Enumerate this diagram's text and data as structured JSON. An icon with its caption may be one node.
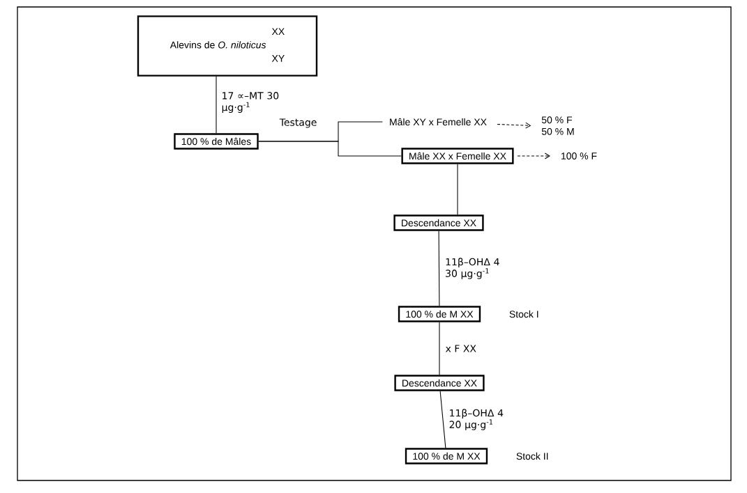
{
  "diagram": {
    "nodes": [
      {
        "text": [
          "Alevins de *O. niloticus*",
          "XX",
          "XY"
        ]
      },
      {
        "text": [
          "100 % de Mâles"
        ]
      },
      {
        "text": [
          "Mâle XY x Femelle XX"
        ]
      },
      {
        "text": [
          "50 % F",
          "50 % M"
        ]
      },
      {
        "text": [
          "Mâle XX x Femelle XX"
        ]
      },
      {
        "text": [
          "100 % F"
        ]
      },
      {
        "text": [
          "Descendance XX"
        ]
      },
      {
        "text": [
          "100 % de M XX"
        ],
        "beside": [
          "Stock I"
        ]
      },
      {
        "text": [
          "Descendance XX"
        ]
      },
      {
        "text": [
          "100 % de M XX"
        ],
        "beside": [
          "Stock II"
        ]
      }
    ],
    "edges": [
      {
        "from": 0,
        "to": 1,
        "arrow": "none",
        "label": "17 ∝–MT 30 µg·g$^{-1}$"
      },
      {
        "from": 1,
        "to": 2,
        "arrow": "none",
        "label": "Testage"
      },
      {
        "from": 1,
        "to": 4,
        "arrow": "none"
      },
      {
        "from": 2,
        "to": 3,
        "arrow": "to",
        "style": "dashed"
      },
      {
        "from": 4,
        "to": 5,
        "arrow": "to",
        "style": "dashed"
      },
      {
        "from": 4,
        "to": 6,
        "arrow": "none"
      },
      {
        "from": 6,
        "to": 7,
        "arrow": "none",
        "label": "11β–OHΔ 4 30 µg·g$^{-1}$"
      },
      {
        "from": 7,
        "to": 8,
        "arrow": "none",
        "label": "x F XX"
      },
      {
        "from": 8,
        "to": 9,
        "arrow": "none",
        "label": "11β–OHΔ 4 20 µg·g$^{-1}$"
      }
    ]
  }
}
